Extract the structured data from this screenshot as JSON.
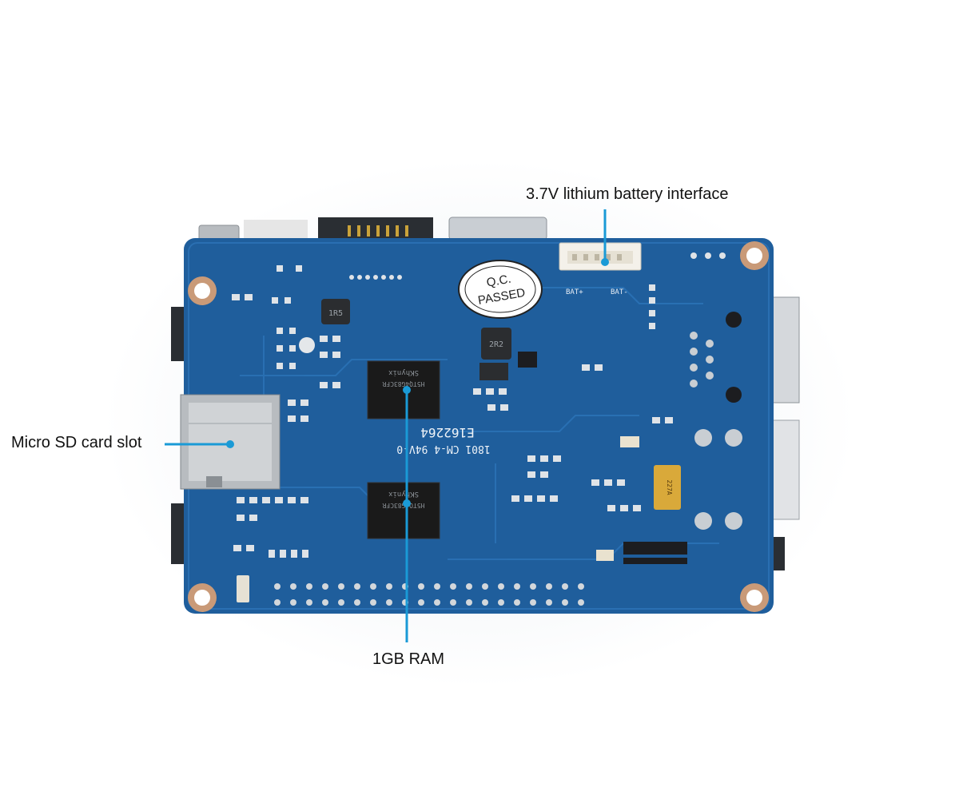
{
  "callouts": {
    "battery": "3.7V lithium battery interface",
    "sd_card": "Micro SD card slot",
    "ram": "1GB RAM"
  },
  "board_markings": {
    "qc_line1": "Q.C.",
    "qc_line2": "PASSED",
    "chip_label": "SKhynix",
    "chip_code": "H5TQ4G83CFR",
    "battery_plus": "BAT+",
    "battery_minus": "BAT-",
    "pcb_serial": "E162264",
    "pcb_code": "1801 CM-4 94V-0",
    "inductor1": "1R5",
    "inductor2": "2R2",
    "capacitor": "227A"
  },
  "colors": {
    "pcb": "#1f5e9c",
    "callout_line": "#1a9ad6",
    "chip": "#1a1a1a",
    "mount_hole": "#c99a78"
  }
}
